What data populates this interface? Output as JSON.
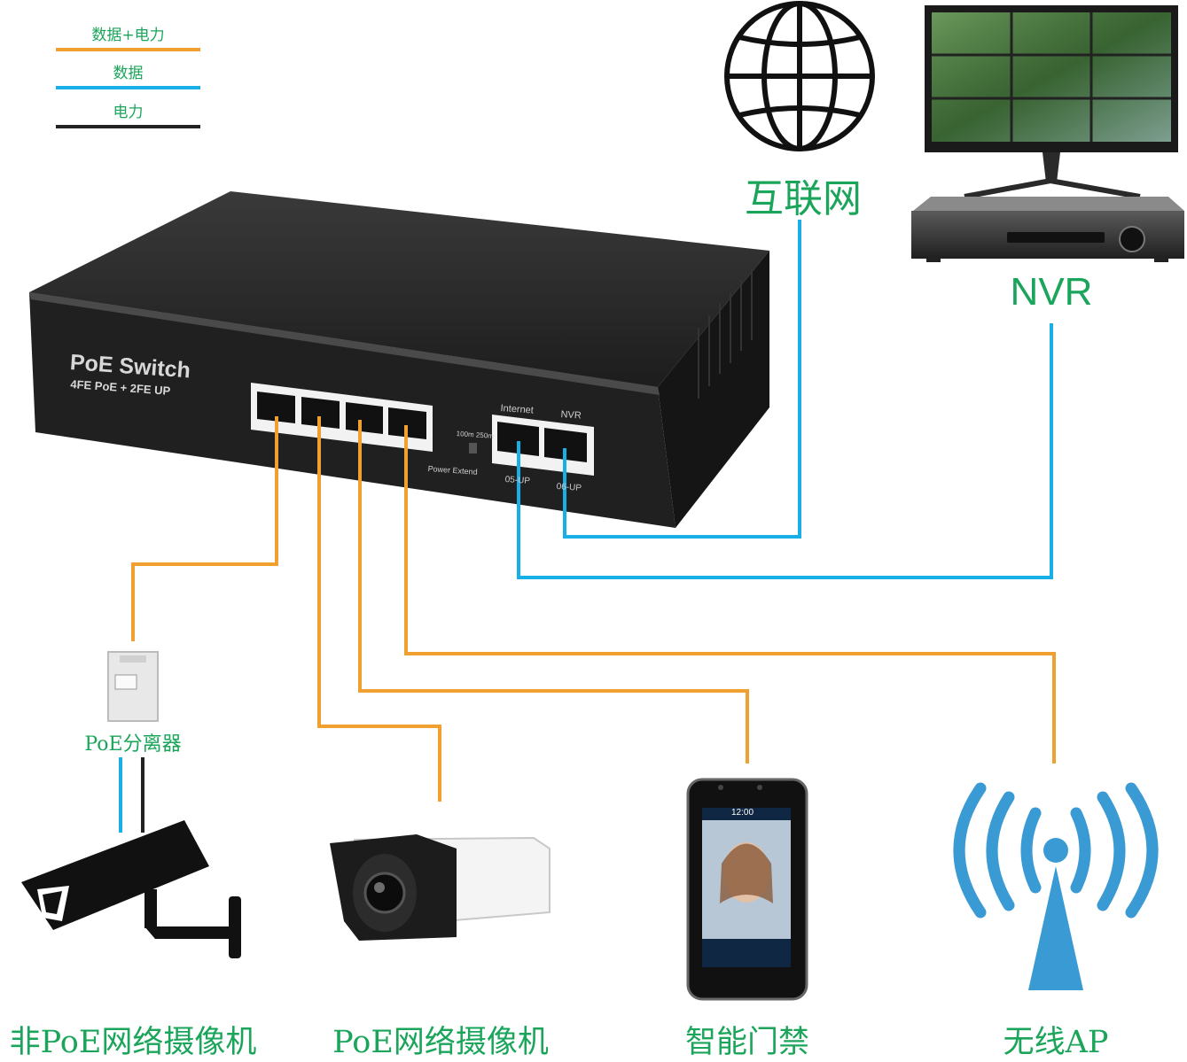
{
  "legend": {
    "items": [
      {
        "label": "数据+电力",
        "color": "#f0a030"
      },
      {
        "label": "数据",
        "color": "#18aee6"
      },
      {
        "label": "电力",
        "color": "#222222"
      }
    ]
  },
  "switch": {
    "title": "PoE Switch",
    "subtitle": "4FE PoE + 2FE UP",
    "dip_labels": "100m 250m",
    "power_extend": "Power Extend",
    "uplink_labels": {
      "internet": "Internet",
      "nvr": "NVR"
    },
    "uplink_port_labels": {
      "p5": "05-UP",
      "p6": "06-UP"
    }
  },
  "nodes": {
    "internet": "互联网",
    "nvr": "NVR",
    "splitter": "PoE分离器",
    "non_poe_camera": "非PoE网络摄像机",
    "poe_camera": "PoE网络摄像机",
    "access_control": "智能门禁",
    "wireless_ap": "无线AP"
  },
  "access_terminal": {
    "time": "12:00"
  },
  "colors": {
    "data_power": "#f0a030",
    "data": "#18aee6",
    "power": "#222222",
    "label_green": "#1aa55a"
  }
}
